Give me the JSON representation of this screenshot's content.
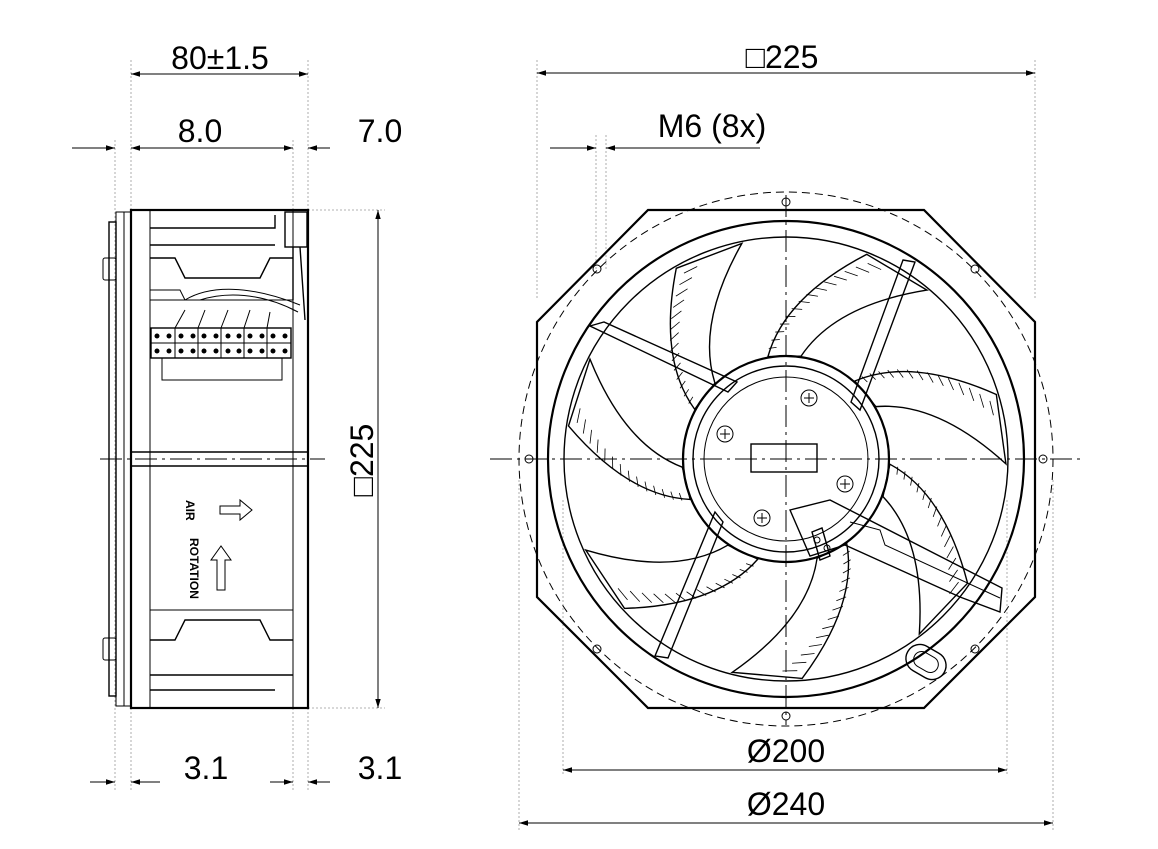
{
  "side_view": {
    "depth_dim": "80±1.5",
    "left_offset_dim": "8.0",
    "right_offset_dim": "7.0",
    "height_dim": "□225",
    "bottom_left_dim": "3.1",
    "bottom_right_dim": "3.1",
    "airflow_label": "AIR",
    "rotation_label": "ROTATION"
  },
  "front_view": {
    "square_dim": "□225",
    "mount_dim": "M6 (8x)",
    "inner_dia_dim": "Ø200",
    "outer_dia_dim": "Ø240"
  }
}
